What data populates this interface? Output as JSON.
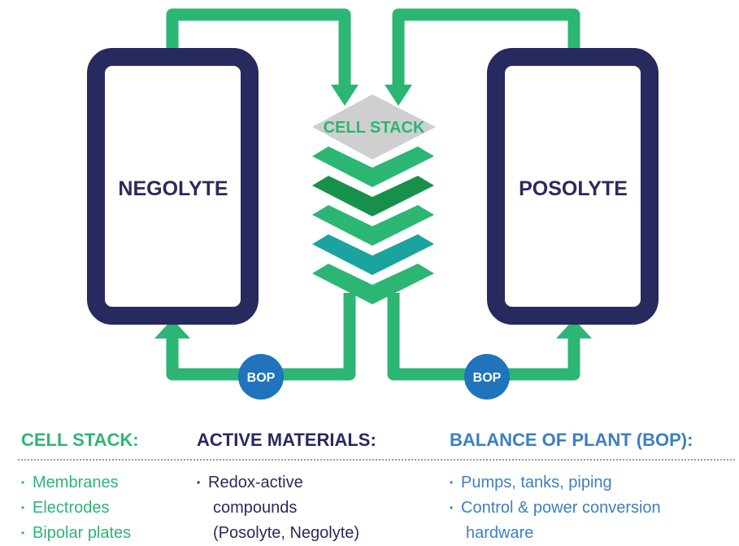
{
  "colors": {
    "navy": "#272a5f",
    "green": "#2bb673",
    "dark_green": "#16904b",
    "teal": "#1ba3a0",
    "gray": "#cfcfcf",
    "bop_blue": "#1f74bb",
    "text_navy": "#2a2a5e",
    "text_blue": "#3b7fc4",
    "text_green": "#2bb673"
  },
  "diagram": {
    "negolyte_label": "NEGOLYTE",
    "posolyte_label": "POSOLYTE",
    "cell_stack_label": "CELL STACK",
    "bop_left_label": "BOP",
    "bop_right_label": "BOP"
  },
  "legend": {
    "cell_stack": {
      "heading": "CELL STACK:",
      "items": [
        "Membranes",
        "Electrodes",
        "Bipolar plates"
      ]
    },
    "active_materials": {
      "heading": "ACTIVE MATERIALS:",
      "items": [
        "Redox-active",
        "compounds",
        "(Posolyte, Negolyte)"
      ]
    },
    "balance_of_plant": {
      "heading": "BALANCE OF PLANT (BOP):",
      "items": [
        "Pumps, tanks, piping",
        "Control & power conversion",
        "hardware"
      ]
    }
  }
}
